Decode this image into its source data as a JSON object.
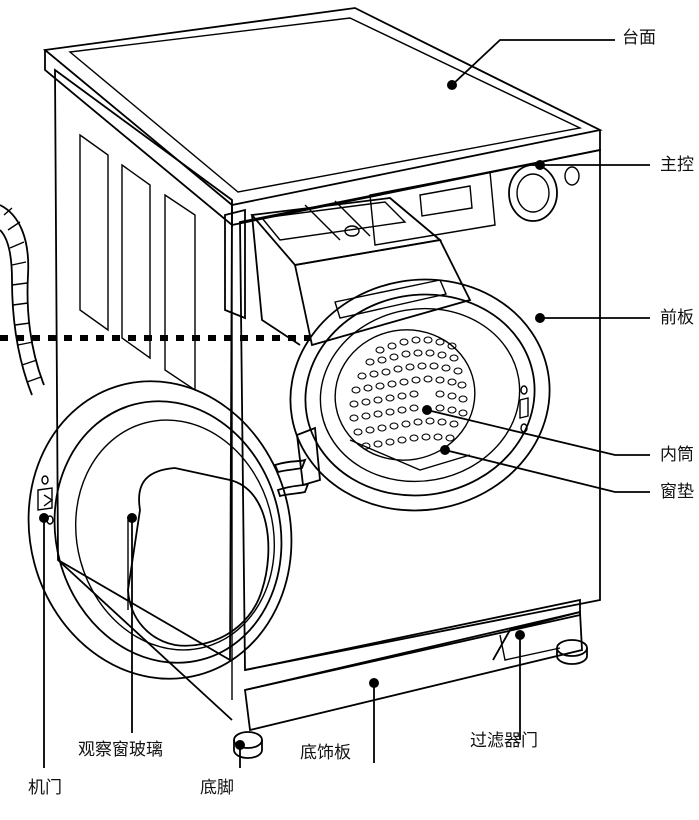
{
  "figure": {
    "labels": {
      "countertop": "台面",
      "control_panel": "主控",
      "front_panel": "前板",
      "inner_drum": "内筒",
      "door_seal": "窗垫",
      "door": "机门",
      "viewing_glass": "观察窗玻璃",
      "feet": "底脚",
      "base_panel": "底饰板",
      "filter_door": "过滤器门"
    },
    "colors": {
      "ink": "#000000",
      "paper": "#ffffff"
    }
  }
}
